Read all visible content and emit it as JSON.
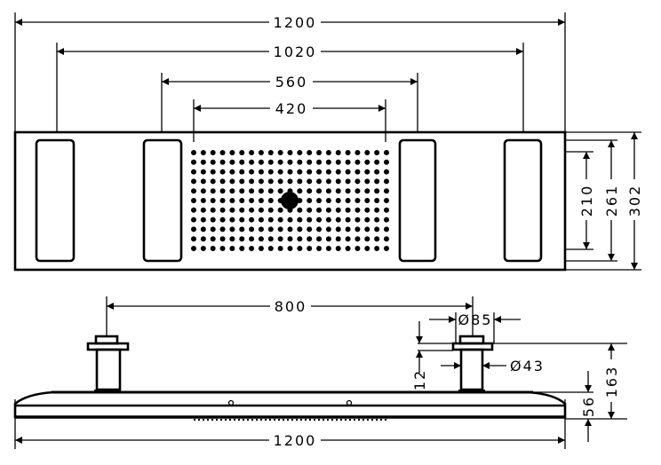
{
  "title": "Rainmaker overhead shower dimension drawing",
  "top_view": {
    "dims": {
      "overall_width": "1200",
      "outer_lights": "1020",
      "inner_lights": "560",
      "spray_face": "420",
      "height_210": "210",
      "height_261": "261",
      "height_302": "302"
    },
    "nozzle_grid": {
      "columns": 21,
      "rows": 11
    }
  },
  "side_view": {
    "dims": {
      "connection_spacing": "800",
      "flange_diameter": "Ø85",
      "pipe_diameter": "Ø43",
      "flange_height": "12",
      "total_height": "163",
      "plate_height": "56",
      "overall_width": "1200"
    }
  },
  "colors": {
    "line": "#000000",
    "background": "#ffffff"
  }
}
